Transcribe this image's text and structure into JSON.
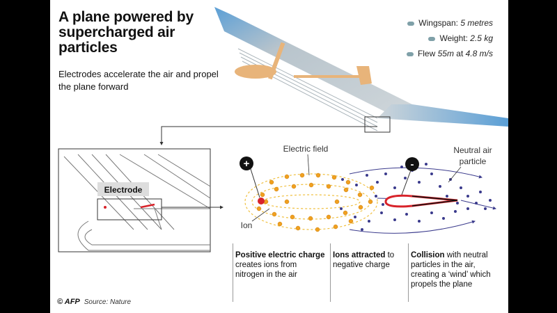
{
  "title": "A plane powered by supercharged air particles",
  "subtitle": "Electrodes accelerate the air and propel the plane forward",
  "facts": [
    {
      "label": "Wingspan: ",
      "value": "5 metres"
    },
    {
      "label": "Weight: ",
      "value": "2.5 kg"
    },
    {
      "label": "Flew ",
      "value": "55m",
      "mid": " at ",
      "value2": "4.8 m/s"
    }
  ],
  "inset_label": "Electrode",
  "diagram": {
    "electric_field_label": "Electric field",
    "neutral_label_line1": "Neutral air",
    "neutral_label_line2": "particle",
    "ion_label": "Ion",
    "plus_symbol": "+",
    "minus_symbol": "-"
  },
  "captions": [
    {
      "bold": "Positive electric charge",
      "rest": " creates ions from nitrogen in the air"
    },
    {
      "bold": "Ions attracted",
      "rest": " to negative charge"
    },
    {
      "bold": "Collision",
      "rest": " with neutral particles in the air, creating a ‘wind’ which propels the plane"
    }
  ],
  "source": {
    "logo": "© AFP",
    "text": "Source: Nature"
  },
  "colors": {
    "ion": "#f0a020",
    "neutral": "#3a3a8c",
    "electrode": "#d8232a",
    "wing": "#5b9fd6",
    "body": "#e8b47a"
  }
}
